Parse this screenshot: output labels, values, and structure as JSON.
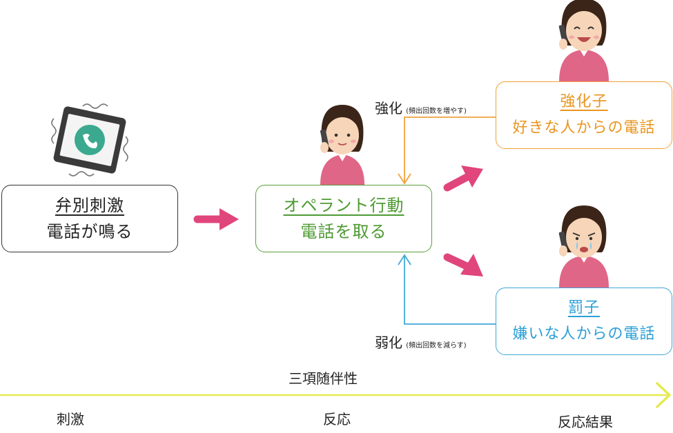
{
  "stimulus_box": {
    "title": "弁別刺激",
    "subtitle": "電話が鳴る"
  },
  "operant_box": {
    "title": "オペラント行動",
    "subtitle": "電話を取る"
  },
  "reinforcer_box": {
    "title": "強化子",
    "subtitle": "好きな人からの電話"
  },
  "punisher_box": {
    "title": "罰子",
    "subtitle": "嫌いな人からの電話"
  },
  "reinforcement_label": {
    "main": "強化",
    "note": "(頻出回数を増やす)"
  },
  "weakening_label": {
    "main": "弱化",
    "note": "(頻出回数を減らす)"
  },
  "axis": {
    "title": "三項随伴性",
    "stimulus": "刺激",
    "response": "反応",
    "result": "反応結果"
  },
  "colors": {
    "operant": "#4d9a32",
    "reinforcement": "#f0a23a",
    "punishment": "#3fa7d6",
    "arrow_pink": "#e0457b",
    "axis_yellow": "#e4ea4e"
  },
  "icons": [
    "vibrating-phone-icon",
    "woman-on-phone-icon",
    "smiling-woman-on-phone-icon",
    "crying-woman-on-phone-icon"
  ]
}
